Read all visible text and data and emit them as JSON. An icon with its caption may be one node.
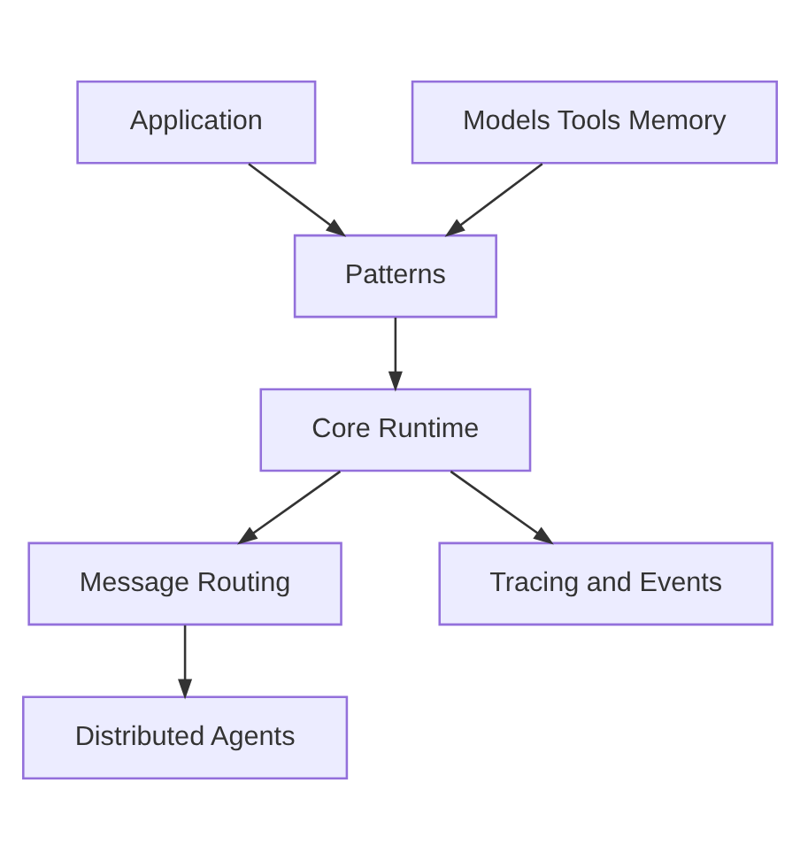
{
  "diagram": {
    "nodes": [
      {
        "text": [
          "Application"
        ]
      },
      {
        "text": [
          "Models Tools Memory"
        ]
      },
      {
        "text": [
          "Patterns"
        ]
      },
      {
        "text": [
          "Core Runtime"
        ]
      },
      {
        "text": [
          "Message Routing"
        ]
      },
      {
        "text": [
          "Tracing and Events"
        ]
      },
      {
        "text": [
          "Distributed Agents"
        ]
      }
    ],
    "edges": [
      {
        "from": 0,
        "to": 2,
        "arrow": "to"
      },
      {
        "from": 1,
        "to": 2,
        "arrow": "to"
      },
      {
        "from": 2,
        "to": 3,
        "arrow": "to"
      },
      {
        "from": 3,
        "to": 4,
        "arrow": "to"
      },
      {
        "from": 3,
        "to": 5,
        "arrow": "to"
      },
      {
        "from": 4,
        "to": 6,
        "arrow": "to"
      }
    ]
  }
}
